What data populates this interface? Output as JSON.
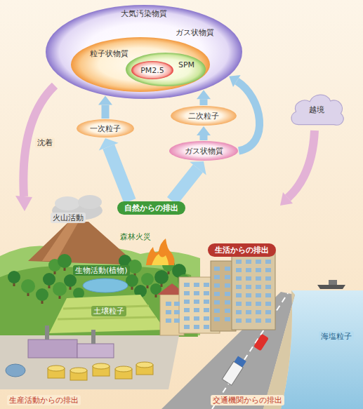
{
  "diagram": {
    "nodes": [
      {
        "text": [
          "大気汚染物質",
          "ガス状物質"
        ]
      },
      {
        "text": [
          "粒子状物質"
        ],
        "in": 0
      },
      {
        "text": [
          "SPM"
        ],
        "in": 1
      },
      {
        "text": [
          "PM2.5"
        ],
        "in": 2
      },
      {
        "text": [
          "一次粒子"
        ]
      },
      {
        "text": [
          "二次粒子"
        ]
      },
      {
        "text": [
          "ガス状物質"
        ]
      },
      {
        "text": [
          "越境"
        ]
      },
      {
        "text": [
          "自然からの排出"
        ]
      },
      {
        "text": [
          "生活からの排出"
        ]
      }
    ],
    "edges": [
      {
        "from": 4,
        "to": 0,
        "arrow": "to"
      },
      {
        "from": 5,
        "to": 0,
        "arrow": "to"
      },
      {
        "from": 6,
        "to": 5,
        "arrow": "to"
      },
      {
        "from": 6,
        "to": 0,
        "arrow": "to"
      },
      {
        "from": 8,
        "to": 4,
        "arrow": "to"
      },
      {
        "from": 8,
        "to": 6,
        "arrow": "to"
      }
    ],
    "labels": [
      "沈着",
      "火山活動",
      "森林火災",
      "生物活動(植物)",
      "土壌粒子",
      "海塩粒子",
      "生産活動からの排出",
      "交通機関からの排出"
    ]
  }
}
